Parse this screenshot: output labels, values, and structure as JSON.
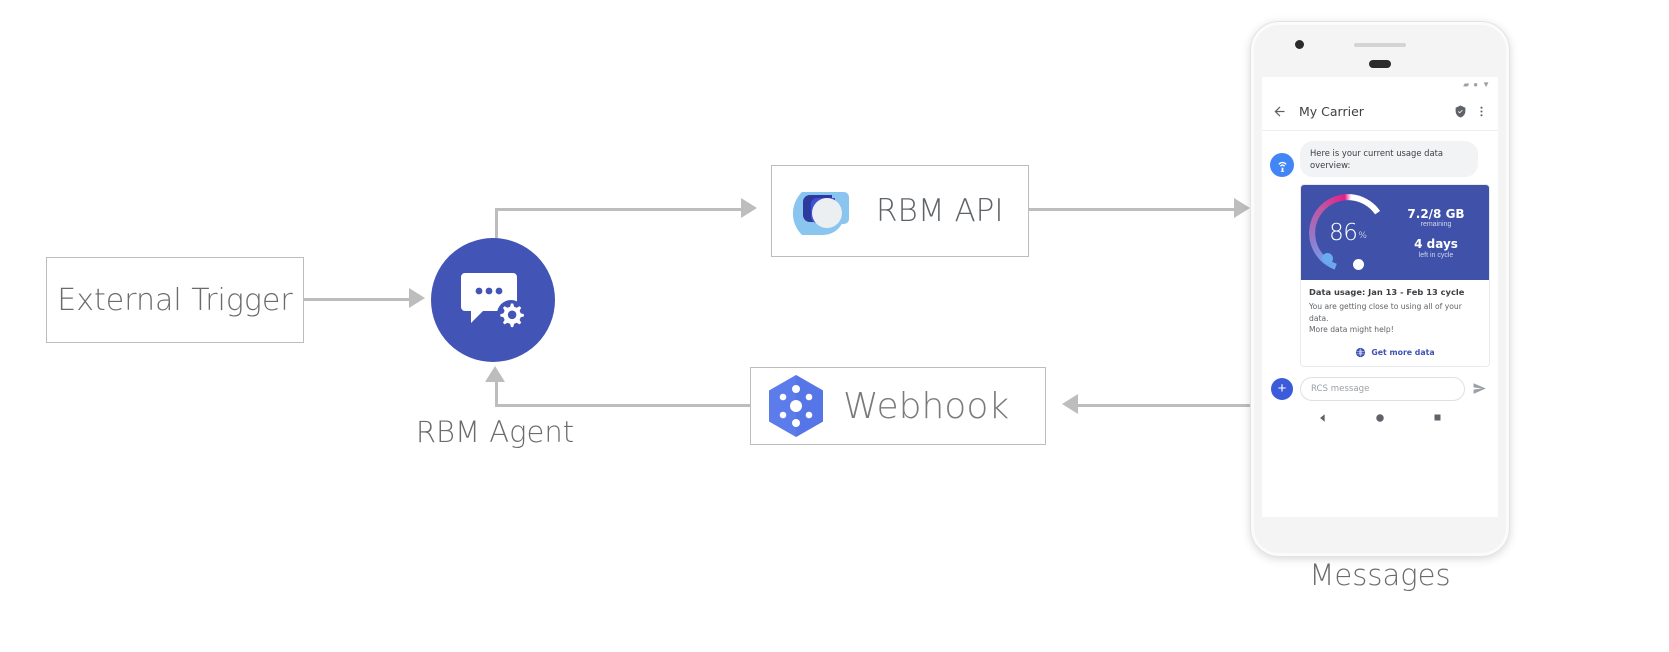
{
  "diagram": {
    "nodes": {
      "external_trigger": {
        "label": "External Trigger"
      },
      "rbm_agent": {
        "label": "RBM Agent",
        "icon": "chat-gear-icon",
        "color": "#4254b5"
      },
      "rbm_api": {
        "label": "RBM API",
        "icon": "rbm-api-logo-icon"
      },
      "webhook": {
        "label": "Webhook",
        "icon": "google-cloud-functions-hexagon-icon"
      },
      "messages": {
        "label": "Messages"
      }
    },
    "connector_color": "#bdbdbd"
  },
  "phone": {
    "status_bar": {
      "icons": [
        "signal-icon",
        "wifi-dot-icon",
        "battery-icon"
      ]
    },
    "app_bar": {
      "back_icon": "back-arrow-icon",
      "title": "My Carrier",
      "verified_icon": "verified-shield-icon",
      "overflow_icon": "overflow-menu-icon"
    },
    "conversation": {
      "avatar_icon": "carrier-antenna-avatar-icon",
      "message_text": "Here is your current usage data overview:"
    },
    "rich_card": {
      "gauge": {
        "percent": "86",
        "unit": "%",
        "fill_colors": [
          "#6aaaf0",
          "#8f7ed0",
          "#e0218a",
          "#ffffff"
        ]
      },
      "stats": [
        {
          "value": "7.2/8 GB",
          "caption": "remaining"
        },
        {
          "value": "4 days",
          "caption": "left in cycle"
        }
      ],
      "title": "Data usage: Jan 13 - Feb 13 cycle",
      "description_line1": "You are getting close to using all of your data.",
      "description_line2": "More data might help!",
      "action": {
        "icon": "globe-icon",
        "label": "Get more data",
        "color": "#3f51b5"
      },
      "background": "#3f51a8"
    },
    "composer": {
      "plus_icon": "plus-icon",
      "placeholder": "RCS message",
      "send_icon": "send-icon"
    },
    "nav_bar": {
      "icons": [
        "back-triangle-icon",
        "home-circle-icon",
        "recents-square-icon"
      ]
    }
  }
}
